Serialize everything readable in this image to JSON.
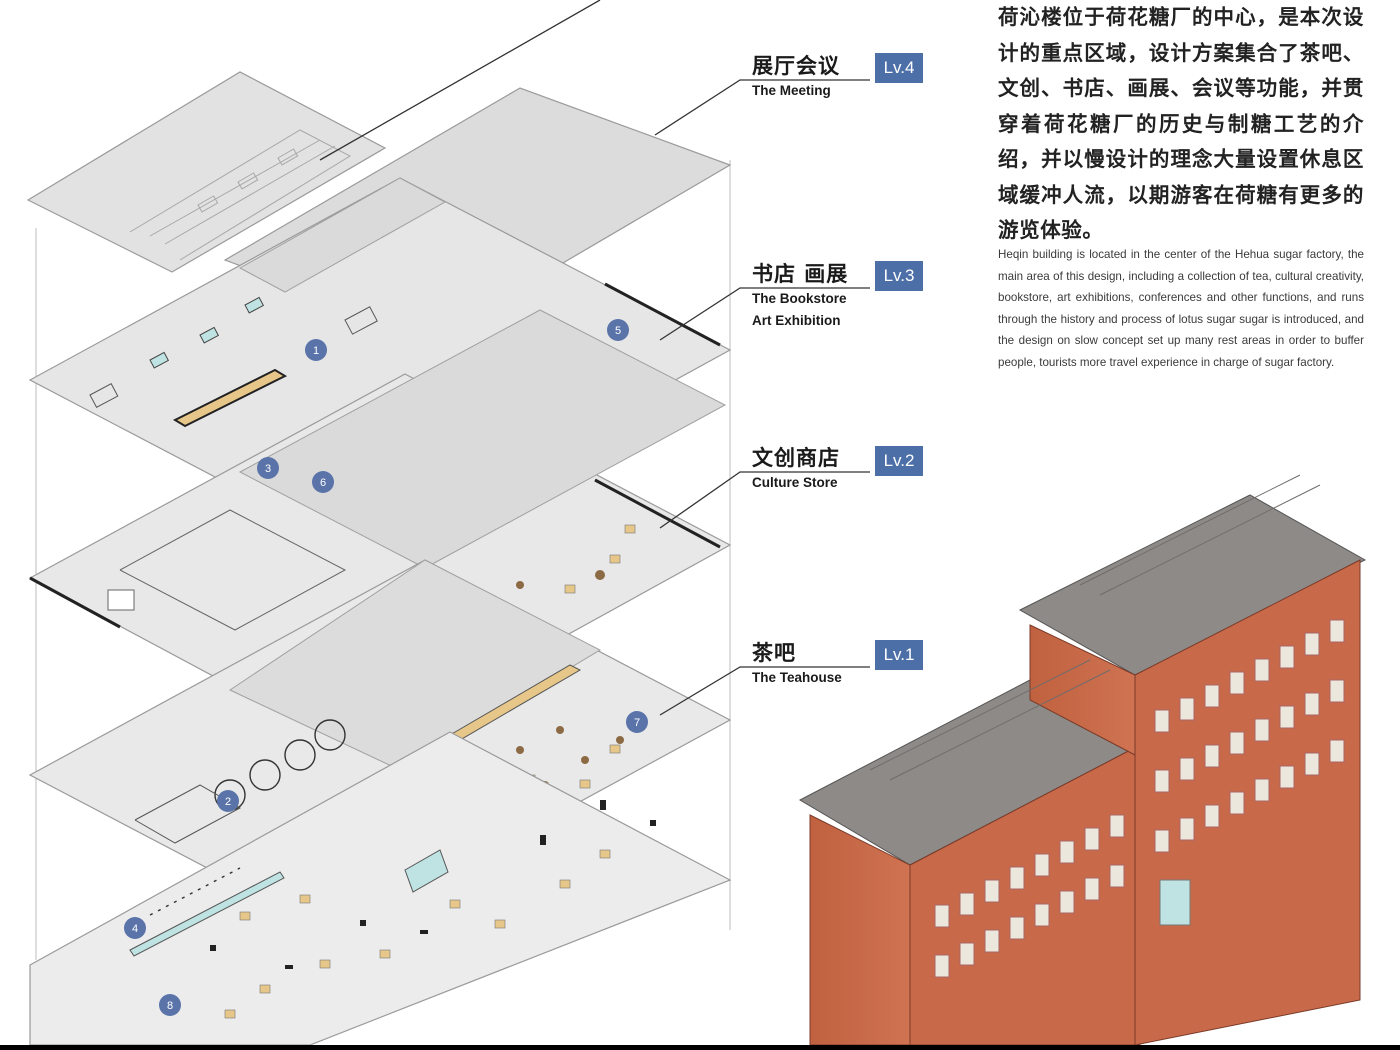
{
  "levels": [
    {
      "badge": "Lv.4",
      "cn": "展厅会议",
      "en": [
        "The Meeting"
      ]
    },
    {
      "badge": "Lv.3",
      "cn": "书店 画展",
      "en": [
        "The Bookstore",
        "Art Exhibition"
      ]
    },
    {
      "badge": "Lv.2",
      "cn": "文创商店",
      "en": [
        "Culture Store"
      ]
    },
    {
      "badge": "Lv.1",
      "cn": "茶吧",
      "en": [
        "The Teahouse"
      ]
    }
  ],
  "description": {
    "cn": "荷沁楼位于荷花糖厂的中心，是本次设计的重点区域，设计方案集合了茶吧、文创、书店、画展、会议等功能，并贯穿着荷花糖厂的历史与制糖工艺的介绍，并以慢设计的理念大量设置休息区域缓冲人流，以期游客在荷糖有更多的游览体验。",
    "en": "Heqin building is located in the center of the Hehua sugar factory, the main area of this design, including a collection of tea, cultural creativity, bookstore, art exhibitions, conferences and other functions, and runs through the history and process of lotus sugar sugar is introduced, and the design on slow concept set up many rest areas in order to buffer people, tourists more travel experience in charge of sugar factory."
  },
  "markers": [
    "1",
    "2",
    "3",
    "4",
    "5",
    "6",
    "7",
    "8"
  ],
  "colors": {
    "badge": "#4d6fa8",
    "slab": "#dcdcdc",
    "floor": "#eaeaea",
    "brick": "#c8694a",
    "roof": "#8d8a87",
    "trim": "#ece7dc",
    "marker": "#5a74aa",
    "wood": "#e6c789",
    "glass": "#bfe2e2"
  }
}
